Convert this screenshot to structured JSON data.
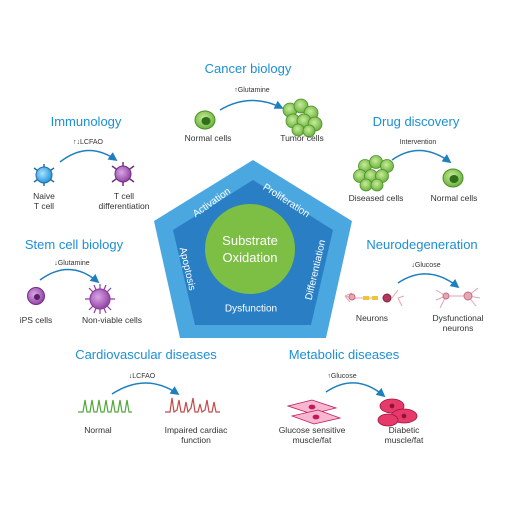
{
  "center": {
    "line1": "Substrate",
    "line2": "Oxidation"
  },
  "ring": {
    "activation": "Activation",
    "proliferation": "Proliferation",
    "apoptosis": "Apoptosis",
    "differentiation": "Differentiation",
    "dysfunction": "Dysfunction"
  },
  "panels": {
    "cancer": {
      "title": "Cancer biology",
      "arrow": "Glutamine",
      "arrow_dir": "up",
      "from": "Normal cells",
      "to": "Tumor cells"
    },
    "immunology": {
      "title": "Immunology",
      "arrow": "LCFAO",
      "arrow_dir": "up-down",
      "from_1": "Naive",
      "from_2": "T cell",
      "to_1": "T cell",
      "to_2": "differentiation"
    },
    "drug": {
      "title": "Drug discovery",
      "arrow": "Intervention",
      "from": "Diseased cells",
      "to": "Normal cells"
    },
    "stem": {
      "title": "Stem cell biology",
      "arrow": "Glutamine",
      "arrow_dir": "down",
      "from": "iPS cells",
      "to": "Non-viable cells"
    },
    "neuro": {
      "title": "Neurodegeneration",
      "arrow": "Glucose",
      "arrow_dir": "down",
      "from": "Neurons",
      "to_1": "Dysfunctional",
      "to_2": "neurons"
    },
    "cardio": {
      "title": "Cardiovascular diseases",
      "arrow": "LCFAO",
      "arrow_dir": "down",
      "from": "Normal",
      "to_1": "Impaired cardiac",
      "to_2": "function"
    },
    "metabolic": {
      "title": "Metabolic diseases",
      "arrow": "Glucose",
      "arrow_dir": "up",
      "from_1": "Glucose sensitive",
      "from_2": "muscle/fat",
      "to_1": "Diabetic",
      "to_2": "muscle/fat"
    }
  },
  "colors": {
    "title_blue": "#1c8fd6",
    "outer_pentagon": "#4aa7df",
    "inner_pentagon": "#2a7fc4",
    "center_circle": "#7cbf44",
    "arrow": "#1e7fbf"
  }
}
